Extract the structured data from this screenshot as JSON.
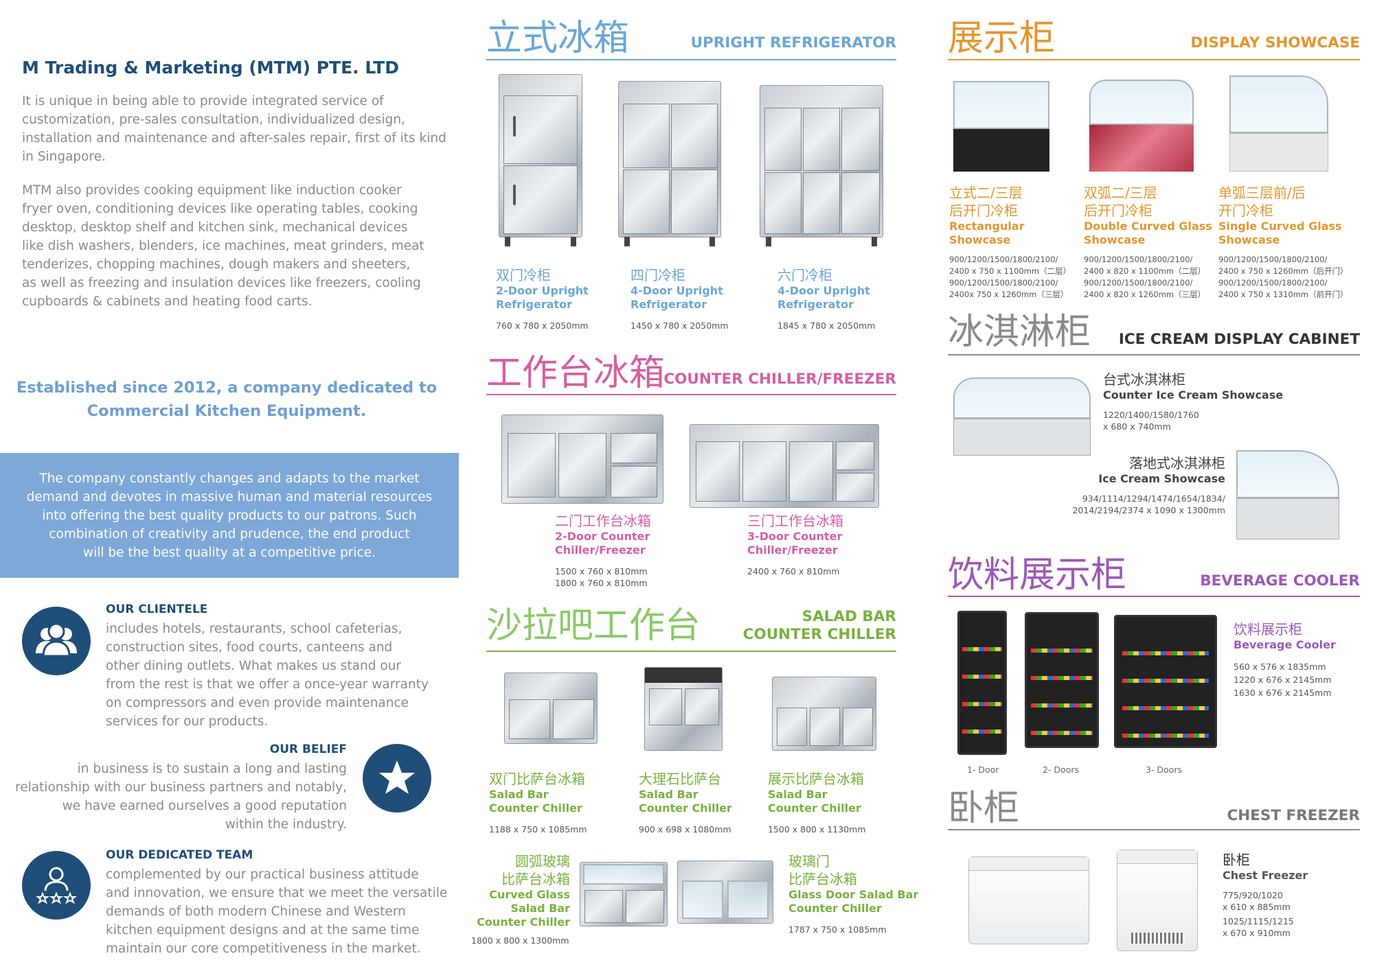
{
  "about": {
    "company": "M Trading & Marketing (MTM) PTE. LTD",
    "p1": [
      "It is unique in being able to provide integrated service of",
      "customization, pre-sales consultation, individualized design,",
      "installation and maintenance and after-sales repair, first of its kind",
      "in Singapore."
    ],
    "p2": [
      "MTM also provides cooking equipment like induction cooker",
      "fryer oven, conditioning devices like operating tables, cooking",
      "desktop, desktop shelf and kitchen sink, mechanical devices",
      "like dish washers, blenders, ice machines, meat grinders, meat",
      "tenderizes, chopping machines, dough makers and sheeters,",
      "as well as freezing and insulation devices like freezers, cooling",
      "cupboards & cabinets and heating food carts."
    ],
    "established": [
      "Established since 2012, a company dedicated to",
      "Commercial Kitchen Equipment."
    ],
    "band": [
      "The company constantly changes and adapts to the market",
      "demand and devotes in massive human and material resources",
      "into offering the best quality products to our patrons. Such",
      "combination of creativity and prudence, the end product",
      "will be the best quality at a competitive price."
    ],
    "clientele_title": "OUR CLIENTELE",
    "clientele": [
      "includes hotels, restaurants, school cafeterias,",
      "construction sites, food courts, canteens and",
      "other dining outlets. What makes us stand our",
      "from the rest is that we offer a once-year warranty",
      "on compressors and even provide maintenance",
      "services for our products."
    ],
    "belief_title": "OUR BELIEF",
    "belief": [
      "in business is to sustain a long and lasting",
      "relationship with our business partners and notably,",
      "we have earned ourselves a good reputation",
      "within the industry."
    ],
    "team_title": "OUR DEDICATED TEAM",
    "team": [
      "complemented by our practical business attitude",
      "and innovation, we ensure that we meet the versatile",
      "demands of both modern Chinese and Western",
      "kitchen equipment designs and at the same time",
      "maintain our core competitiveness in the market."
    ]
  },
  "colors": {
    "navy": "#1f4e79",
    "upright": "#6aa6d6",
    "counter": "#d45fa0",
    "salad": "#78b13f",
    "display": "#e3962f",
    "icecream": "#8a8a8a",
    "beverage": "#9b59b6",
    "chest": "#8a8a8a"
  },
  "upright": {
    "cn": "立式冰箱",
    "en": "UPRIGHT REFRIGERATOR",
    "items": [
      {
        "cn": "双门冷柜",
        "en1": "2-Door Upright",
        "en2": "Refrigerator",
        "dim": "760 x 780 x 2050mm"
      },
      {
        "cn": "四门冷柜",
        "en1": "4-Door Upright",
        "en2": "Refrigerator",
        "dim": "1450 x 780 x 2050mm"
      },
      {
        "cn": "六门冷柜",
        "en1": "4-Door Upright",
        "en2": "Refrigerator",
        "dim": "1845  x 780 x 2050mm"
      }
    ]
  },
  "counter": {
    "cn": "工作台冰箱",
    "en": "COUNTER CHILLER/FREEZER",
    "items": [
      {
        "cn": "二门工作台冰箱",
        "en1": "2-Door Counter",
        "en2": "Chiller/Freezer",
        "dim1": "1500 x 760 x 810mm",
        "dim2": "1800 x 760 x 810mm"
      },
      {
        "cn": "三门工作台冰箱",
        "en1": "3-Door Counter",
        "en2": "Chiller/Freezer",
        "dim1": "2400 x 760 x 810mm"
      }
    ]
  },
  "salad": {
    "cn": "沙拉吧工作台",
    "en1": "SALAD BAR",
    "en2": "COUNTER CHILLER",
    "items": [
      {
        "cn": "双门比萨台冰箱",
        "en1": "Salad Bar",
        "en2": "Counter Chiller",
        "dim": "1188 x 750 x 1085mm"
      },
      {
        "cn": "大理石比萨台",
        "en1": "Salad Bar",
        "en2": "Counter Chiller",
        "dim": "900 x 698 x 1080mm"
      },
      {
        "cn": "展示比萨台冰箱",
        "en1": "Salad Bar",
        "en2": "Counter Chiller",
        "dim": "1500 x 800 x 1130mm"
      }
    ],
    "curved": {
      "cn1": "圆弧玻璃",
      "cn2": "比萨台冰箱",
      "en1": "Curved Glass",
      "en2": "Salad Bar",
      "en3": "Counter Chiller",
      "dim": "1800 x 800 x 1300mm"
    },
    "glassdoor": {
      "cn1": "玻璃门",
      "cn2": "比萨台冰箱",
      "en1": "Glass Door Salad Bar",
      "en2": "Counter Chiller",
      "dim": "1787 x 750 x 1085mm"
    }
  },
  "display": {
    "cn": "展示柜",
    "en": "DISPLAY SHOWCASE",
    "items": [
      {
        "cn1": "立式二/三层",
        "cn2": "后开门冷柜",
        "en1": "Rectangular",
        "en2": "Showcase",
        "d": [
          "900/1200/1500/1800/2100/",
          "2400 x 750 x 1100mm（二层）",
          "900/1200/1500/1800/2100/",
          "2400x 750 x 1260mm（三层）"
        ]
      },
      {
        "cn1": "双弧二/三层",
        "cn2": "后开门冷柜",
        "en1": "Double Curved Glass",
        "en2": "Showcase",
        "d": [
          "900/1200/1500/1800/2100/",
          "2400 x 820 x 1100mm（二层）",
          "900/1200/1500/1800/2100/",
          "2400 x 820 x 1260mm（三层）"
        ]
      },
      {
        "cn1": "单弧三层前/后",
        "cn2": "开门冷柜",
        "en1": "Single Curved Glass",
        "en2": "Showcase",
        "d": [
          "900/1200/1500/1800/2100/",
          "2400 x 750 x 1260mm（后开门）",
          "900/1200/1500/1800/2100/",
          "2400 x 750 x 1310mm（前开门）"
        ]
      }
    ]
  },
  "icecream": {
    "cn": "冰淇淋柜",
    "en": "ICE CREAM DISPLAY CABINET",
    "a": {
      "cn": "台式冰淇淋柜",
      "en": "Counter Ice Cream Showcase",
      "d1": "1220/1400/1580/1760",
      "d2": "x 680 x 740mm"
    },
    "b": {
      "cn": "落地式冰淇淋柜",
      "en": "Ice Cream Showcase",
      "d1": "934/1114/1294/1474/1654/1834/",
      "d2": "2014/2194/2374 x 1090 x 1300mm"
    }
  },
  "beverage": {
    "cn": "饮料展示柜",
    "en": "BEVERAGE COOLER",
    "label_cn": "饮料展示柜",
    "label_en": "Beverage Cooler",
    "d": [
      "560 x 576 x 1835mm",
      "1220 x 676 x 2145mm",
      "1630 x 676 x 2145mm"
    ],
    "caps": [
      "1- Door",
      "2- Doors",
      "3- Doors"
    ]
  },
  "chest": {
    "cn": "卧柜",
    "en": "CHEST FREEZER",
    "label_cn": "卧柜",
    "label_en": "Chest Freezer",
    "d": [
      "775/920/1020",
      "x 610 x 885mm",
      "1025/1115/1215",
      "x 670 x 910mm"
    ]
  }
}
